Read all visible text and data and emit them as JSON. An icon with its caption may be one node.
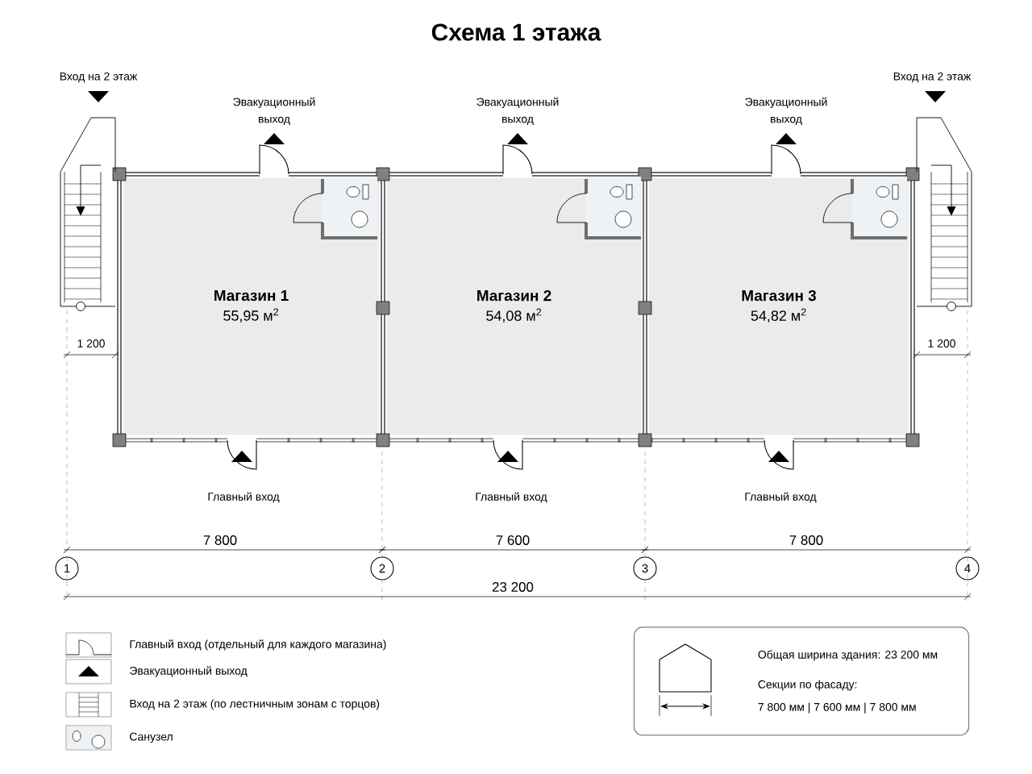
{
  "diagram": {
    "title": "Схема 1 этажа",
    "nodes": [
      {
        "text": [
          "Магазин 1",
          "55,95 м$^{2}$"
        ]
      },
      {
        "text": [
          "Магазин 2",
          "54,08 м$^{2}$"
        ]
      },
      {
        "text": [
          "Магазин 3",
          "54,82 м$^{2}$"
        ]
      },
      {
        "text": [
          "1"
        ]
      },
      {
        "text": [
          "2"
        ]
      },
      {
        "text": [
          "3"
        ]
      },
      {
        "text": [
          "4"
        ]
      },
      {
        "text": [
          "Общая ширина здания: 23 200 мм",
          "Секции по фасаду:",
          "7 800 мм | 7 600 мм | 7 800 мм"
        ]
      }
    ],
    "labels": [
      "Вход на 2 этаж",
      "Вход на 2 этаж",
      "Эвакуационный выход",
      "Эвакуационный выход",
      "Эвакуационный выход",
      "1 200",
      "1 200",
      "Главный вход",
      "Главный вход",
      "Главный вход",
      "7 800",
      "7 600",
      "7 800",
      "23 200"
    ],
    "legend": [
      {
        "text": "Главный вход (отдельный для каждого магазина)"
      },
      {
        "text": "Эвакуационный выход"
      },
      {
        "text": "Вход на 2 этаж (по лестничным зонам с торцов)"
      },
      {
        "text": "Санузел"
      }
    ]
  }
}
